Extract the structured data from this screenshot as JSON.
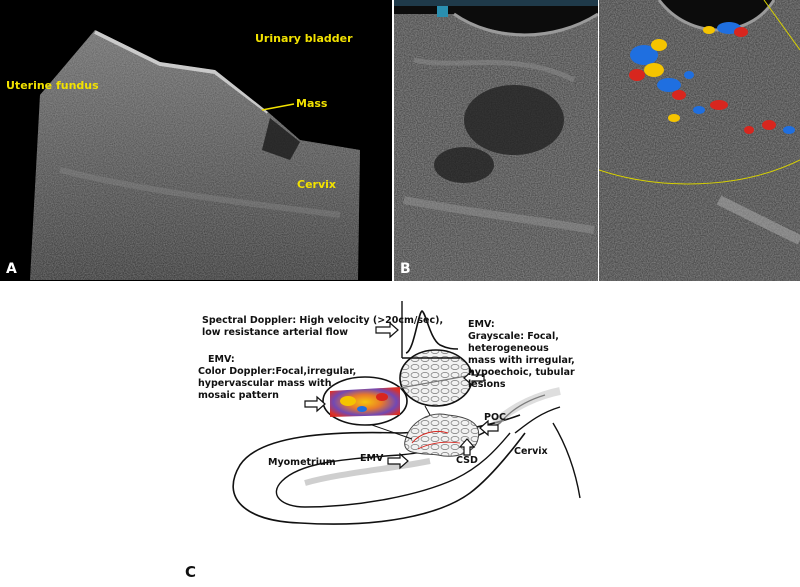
{
  "panel_a": {
    "letter": "A",
    "labels": {
      "urinary_bladder": "Urinary bladder",
      "uterine_fundus": "Uterine fundus",
      "mass": "Mass",
      "cervix": "Cervix"
    }
  },
  "panel_b": {
    "letter": "B"
  },
  "panel_c": {
    "letter": "C",
    "spectral_line1": "Spectral Doppler: High velocity (>20cm/sec),",
    "spectral_line2": "low resistance arterial flow",
    "emv_gray_lines": [
      "EMV:",
      "Grayscale: Focal,",
      "heterogeneous",
      "mass with irregular,",
      "hypoechoic, tubular",
      "lesions"
    ],
    "emv_color_lines": [
      "EMV:",
      "Color Doppler:Focal,irregular,",
      "hypervascular mass with",
      "mosaic pattern"
    ],
    "myometrium": "Myometrium",
    "emv": "EMV",
    "csd": "CSD",
    "poc": "POC",
    "cervix": "Cervix"
  },
  "colors": {
    "label_yellow": "#f2e200",
    "doppler_red": "#d8261e",
    "doppler_blue": "#1f6fe0",
    "doppler_yellow": "#f5c400"
  }
}
